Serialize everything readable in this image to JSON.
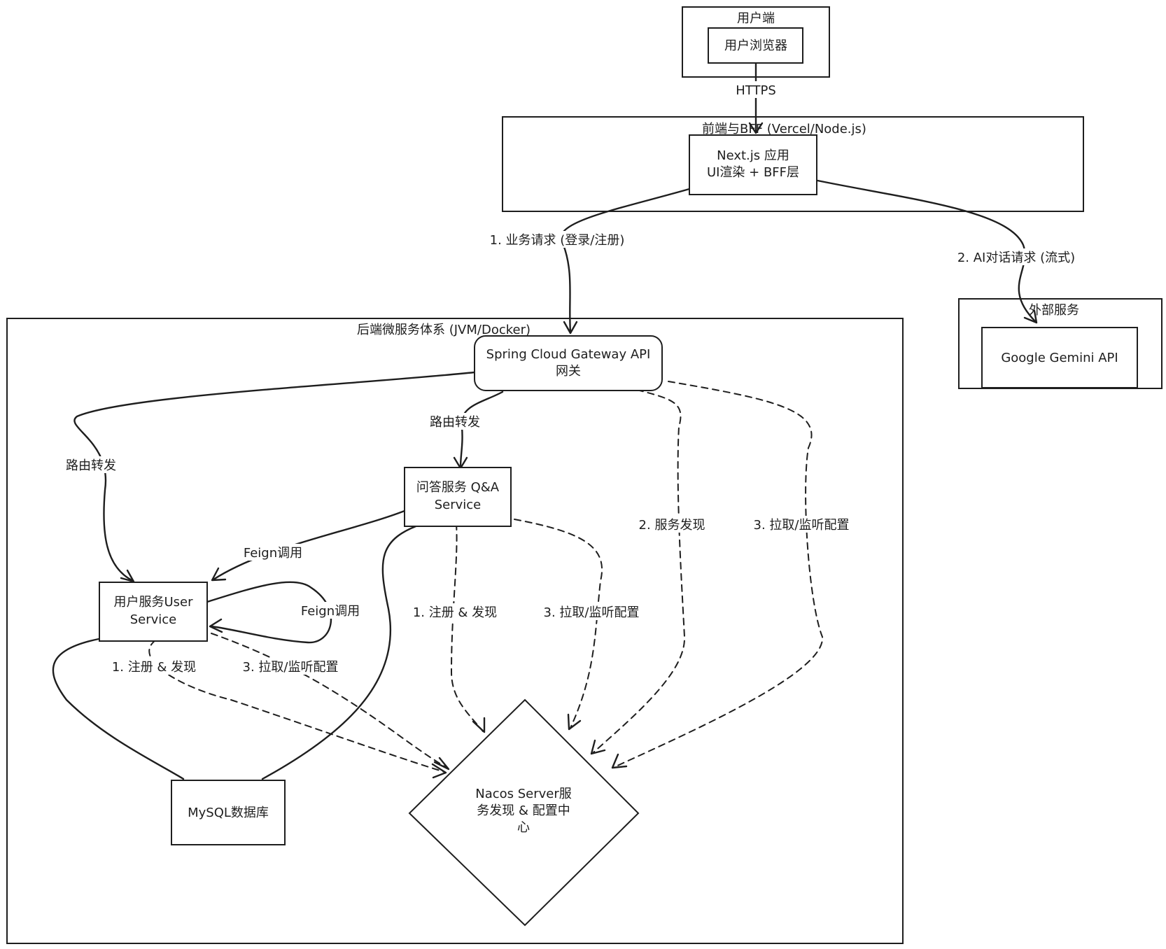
{
  "groups": {
    "client": "用户端",
    "frontend": "前端与BFF (Vercel/Node.js)",
    "backend": "后端微服务体系 (JVM/Docker)",
    "external": "外部服务"
  },
  "nodes": {
    "browser": "用户浏览器",
    "nextjs_line1": "Next.js 应用",
    "nextjs_line2": "UI渲染 + BFF层",
    "gateway_line1": "Spring Cloud Gateway API",
    "gateway_line2": "网关",
    "gemini": "Google Gemini API",
    "qa_line1": "问答服务 Q&A",
    "qa_line2": "Service",
    "user_line1": "用户服务User",
    "user_line2": "Service",
    "mysql": "MySQL数据库",
    "nacos_line1": "Nacos Server服",
    "nacos_line2": "务发现 & 配置中",
    "nacos_line3": "心"
  },
  "edges": {
    "https": "HTTPS",
    "business": "1. 业务请求 (登录/注册)",
    "ai": "2. AI对话请求 (流式)",
    "route_left": "路由转发",
    "route_mid": "路由转发",
    "gw_discovery": "2. 服务发现",
    "gw_config": "3. 拉取/监听配置",
    "feign1": "Feign调用",
    "feign2": "Feign调用",
    "qa_register": "1. 注册 & 发现",
    "qa_config": "3. 拉取/监听配置",
    "user_register": "1. 注册 & 发现",
    "user_config": "3. 拉取/监听配置"
  }
}
